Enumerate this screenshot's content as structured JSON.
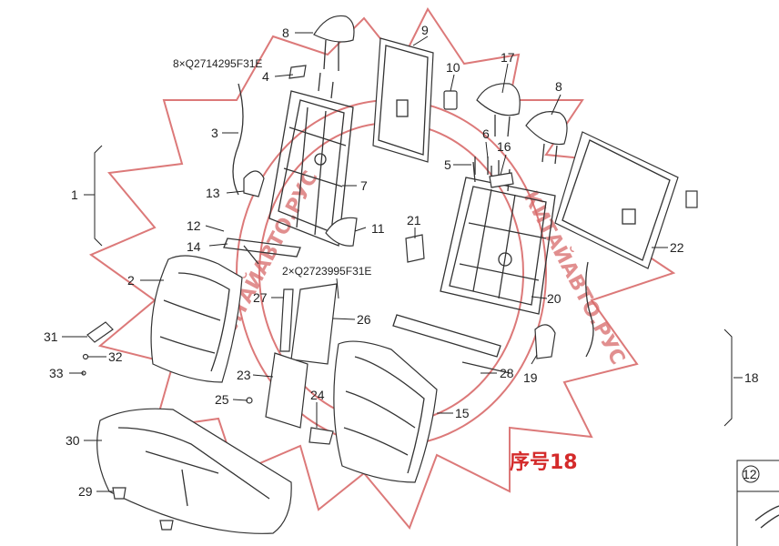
{
  "callouts": {
    "c1": "1",
    "c2": "2",
    "c3": "3",
    "c4": "4",
    "c5": "5",
    "c6": "6",
    "c7": "7",
    "c8a": "8",
    "c8b": "8",
    "c9": "9",
    "c10": "10",
    "c11": "11",
    "c12": "12",
    "c13": "13",
    "c14": "14",
    "c15": "15",
    "c16": "16",
    "c17": "17",
    "c18": "18",
    "c19": "19",
    "c20": "20",
    "c21": "21",
    "c22": "22",
    "c23": "23",
    "c24": "24",
    "c25": "25",
    "c26": "26",
    "c27": "27",
    "c28": "28",
    "c29": "29",
    "c30": "30",
    "c31": "31",
    "c32": "32",
    "c33": "33"
  },
  "codes": {
    "bolt_code_1": "8×Q2714295F31E",
    "bolt_code_2": "2×Q2723995F31E"
  },
  "sequence_label": "序号18",
  "inset_callout": "12",
  "watermark": {
    "text_left": "КИТАЙАВТО.РУС",
    "text_right": "КИТАЙАВТО.РУС",
    "color": "#d86a6a"
  }
}
